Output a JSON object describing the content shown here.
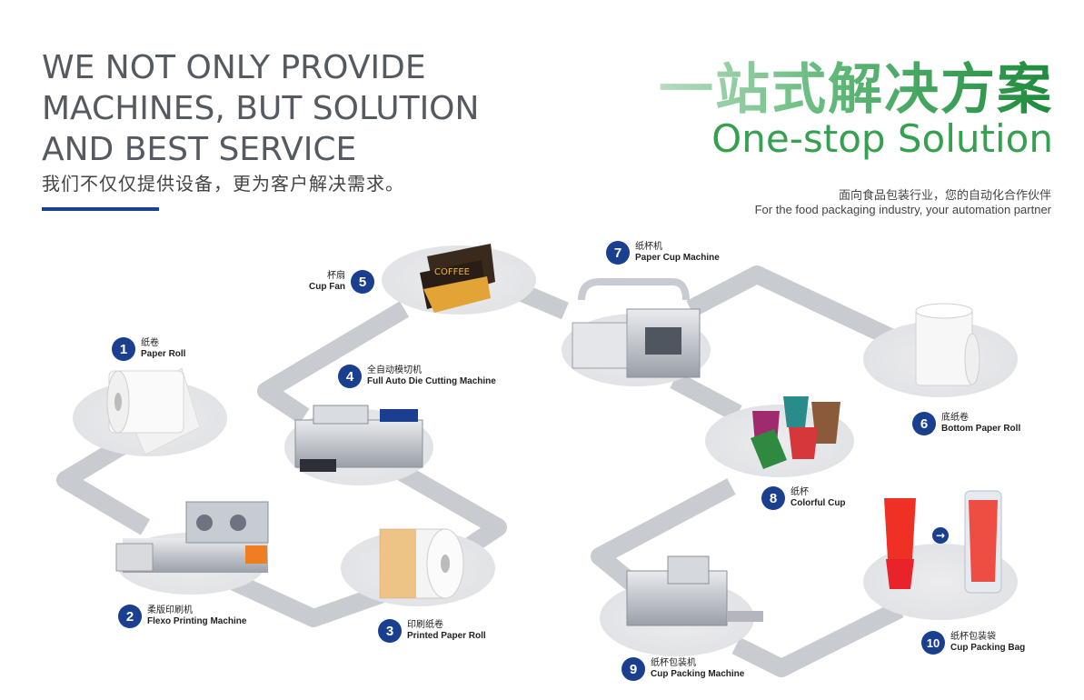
{
  "headline": {
    "line1": "WE NOT ONLY PROVIDE",
    "line2": "MACHINES, BUT SOLUTION",
    "line3": "AND BEST SERVICE",
    "subtitle_cn": "我们不仅仅提供设备，更为客户解决需求。"
  },
  "brand": {
    "title_cn": "一站式解决方案",
    "title_en": "One-stop Solution",
    "tagline_cn": "面向食品包装行业，您的自动化合作伙伴",
    "tagline_en": "For the food packaging industry, your automation partner"
  },
  "steps": [
    {
      "num": "1",
      "cn": "纸卷",
      "en": "Paper Roll"
    },
    {
      "num": "2",
      "cn": "柔版印刷机",
      "en": "Flexo Printing Machine"
    },
    {
      "num": "3",
      "cn": "印刷纸卷",
      "en": "Printed Paper Roll"
    },
    {
      "num": "4",
      "cn": "全自动模切机",
      "en": "Full Auto Die Cutting Machine"
    },
    {
      "num": "5",
      "cn": "杯扇",
      "en": "Cup Fan"
    },
    {
      "num": "6",
      "cn": "底纸卷",
      "en": "Bottom Paper Roll"
    },
    {
      "num": "7",
      "cn": "纸杯机",
      "en": "Paper Cup Machine"
    },
    {
      "num": "8",
      "cn": "纸杯",
      "en": "Colorful Cup"
    },
    {
      "num": "9",
      "cn": "纸杯包装机",
      "en": "Cup Packing Machine"
    },
    {
      "num": "10",
      "cn": "纸杯包装袋",
      "en": "Cup Packing Bag"
    }
  ],
  "icons": {
    "arrow": "→",
    "step_markers": "numbered-circle",
    "connector": "arrow-right-icon"
  },
  "colors": {
    "badge": "#1b3f8f",
    "accent_green": "#35a04f",
    "path_gray": "#c8cbcf",
    "headline": "#555a60"
  }
}
